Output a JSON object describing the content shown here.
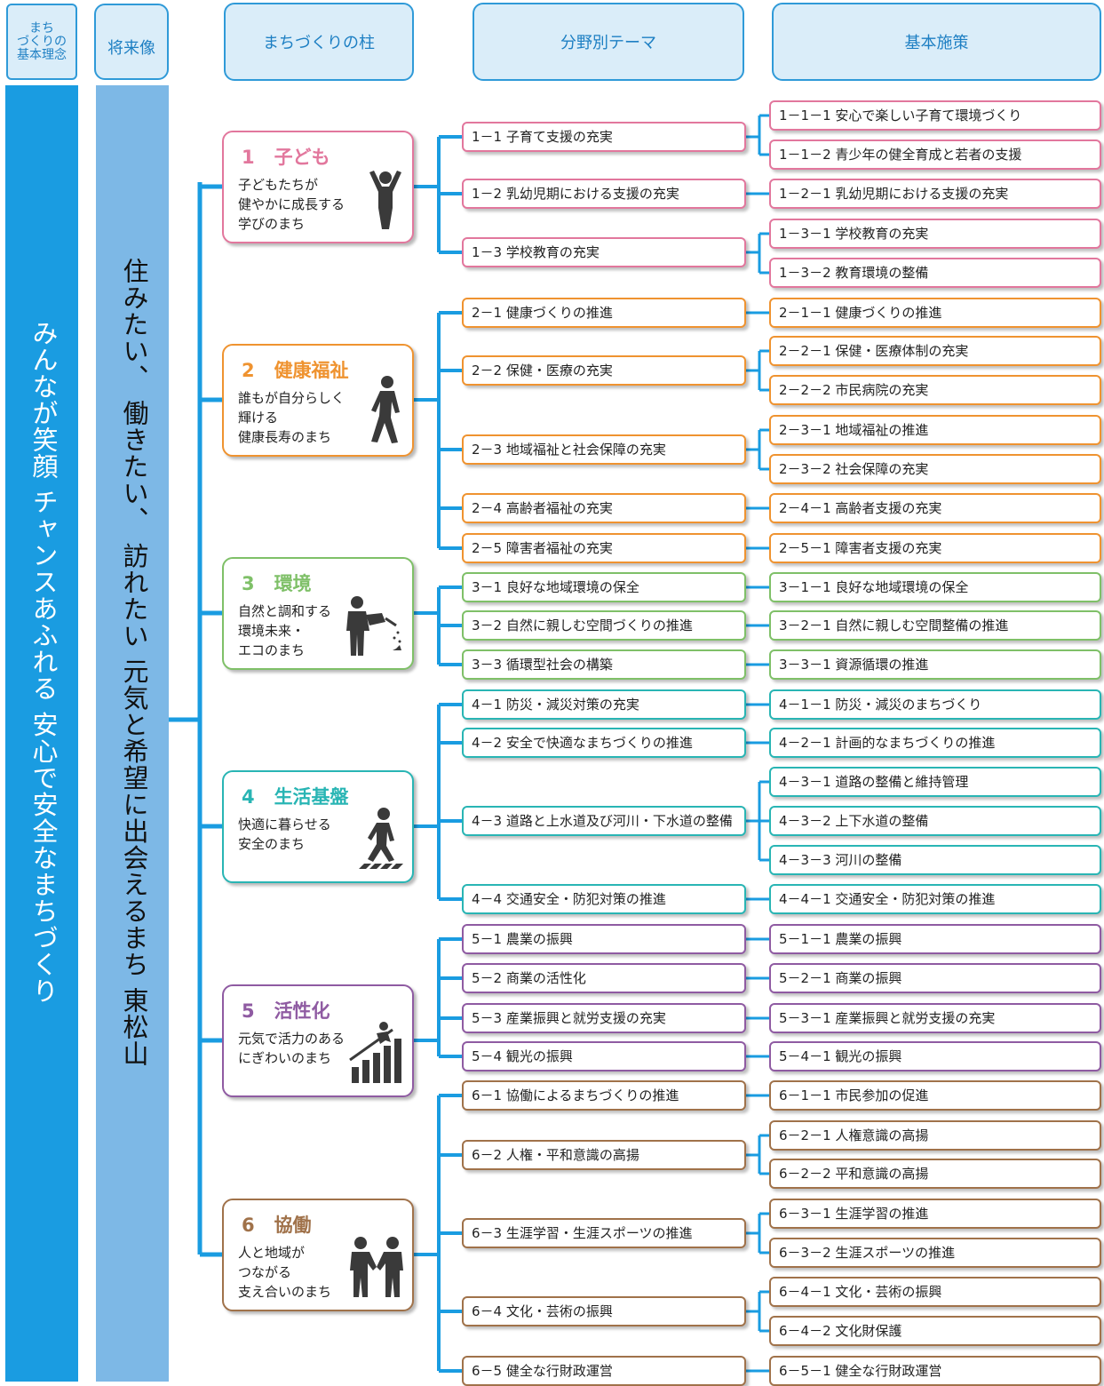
{
  "headers": {
    "philosophy": "まち\nづくりの\n基本理念",
    "vision": "将来像",
    "pillars": "まちづくりの柱",
    "themes": "分野別テーマ",
    "policies": "基本施策"
  },
  "philosophy_text": "みんなが笑顔 チャンスあふれる 安心で安全なまちづくり",
  "vision_text": "住みたい、 働きたい、 訪れたい 元気と希望に出会えるまち 東松山",
  "colors": {
    "accent_blue": "#1a9ce1",
    "vision_blue": "#7db8e6",
    "pillar1": "#e2779d",
    "pillar2": "#ef9330",
    "pillar3": "#7fc068",
    "pillar4": "#29b5b4",
    "pillar5": "#8f5ba2",
    "pillar6": "#a0724a"
  },
  "pillars": [
    {
      "no": "1",
      "title": "子ども",
      "desc": [
        "子どもたちが",
        "健やかに成長する",
        "学びのまち"
      ],
      "icon": "child-icon",
      "themes": [
        {
          "label": "1－1 子育て支援の充実",
          "policies": [
            "1－1－1 安心で楽しい子育て環境づくり",
            "1－1－2 青少年の健全育成と若者の支援"
          ]
        },
        {
          "label": "1－2 乳幼児期における支援の充実",
          "policies": [
            "1－2－1 乳幼児期における支援の充実"
          ]
        },
        {
          "label": "1－3 学校教育の充実",
          "policies": [
            "1－3－1 学校教育の充実",
            "1－3－2 教育環境の整備"
          ]
        }
      ]
    },
    {
      "no": "2",
      "title": "健康福祉",
      "desc": [
        "誰もが自分らしく",
        "輝ける",
        "健康長寿のまち"
      ],
      "icon": "walking-person-icon",
      "themes": [
        {
          "label": "2－1 健康づくりの推進",
          "policies": [
            "2－1－1 健康づくりの推進"
          ]
        },
        {
          "label": "2－2 保健・医療の充実",
          "policies": [
            "2－2－1 保健・医療体制の充実",
            "2－2－2 市民病院の充実"
          ]
        },
        {
          "label": "2－3 地域福祉と社会保障の充実",
          "policies": [
            "2－3－1 地域福祉の推進",
            "2－3－2 社会保障の充実"
          ]
        },
        {
          "label": "2－4 高齢者福祉の充実",
          "policies": [
            "2－4－1 高齢者支援の充実"
          ]
        },
        {
          "label": "2－5 障害者福祉の充実",
          "policies": [
            "2－5－1 障害者支援の充実"
          ]
        }
      ]
    },
    {
      "no": "3",
      "title": "環境",
      "desc": [
        "自然と調和する",
        "環境未来・",
        "エコのまち"
      ],
      "icon": "watering-can-icon",
      "themes": [
        {
          "label": "3－1 良好な地域環境の保全",
          "policies": [
            "3－1－1 良好な地域環境の保全"
          ]
        },
        {
          "label": "3－2 自然に親しむ空間づくりの推進",
          "policies": [
            "3－2－1 自然に親しむ空間整備の推進"
          ]
        },
        {
          "label": "3－3 循環型社会の構築",
          "policies": [
            "3－3－1 資源循環の推進"
          ]
        }
      ]
    },
    {
      "no": "4",
      "title": "生活基盤",
      "desc": [
        "快適に暮らせる",
        "安全のまち"
      ],
      "icon": "crosswalk-icon",
      "themes": [
        {
          "label": "4－1 防災・減災対策の充実",
          "policies": [
            "4－1－1 防災・減災のまちづくり"
          ]
        },
        {
          "label": "4－2 安全で快適なまちづくりの推進",
          "policies": [
            "4－2－1 計画的なまちづくりの推進"
          ]
        },
        {
          "label": "4－3 道路と上水道及び河川・下水道の整備",
          "policies": [
            "4－3－1 道路の整備と維持管理",
            "4－3－2 上下水道の整備",
            "4－3－3 河川の整備"
          ]
        },
        {
          "label": "4－4 交通安全・防犯対策の推進",
          "policies": [
            "4－4－1 交通安全・防犯対策の推進"
          ]
        }
      ]
    },
    {
      "no": "5",
      "title": "活性化",
      "desc": [
        "元気で活力のある",
        "にぎわいのまち"
      ],
      "icon": "growth-chart-icon",
      "themes": [
        {
          "label": "5－1 農業の振興",
          "policies": [
            "5－1－1 農業の振興"
          ]
        },
        {
          "label": "5－2 商業の活性化",
          "policies": [
            "5－2－1 商業の振興"
          ]
        },
        {
          "label": "5－3 産業振興と就労支援の充実",
          "policies": [
            "5－3－1 産業振興と就労支援の充実"
          ]
        },
        {
          "label": "5－4 観光の振興",
          "policies": [
            "5－4－1 観光の振興"
          ]
        }
      ]
    },
    {
      "no": "6",
      "title": "協働",
      "desc": [
        "人と地域が",
        "つながる",
        "支え合いのまち"
      ],
      "icon": "handshake-icon",
      "themes": [
        {
          "label": "6－1 協働によるまちづくりの推進",
          "policies": [
            "6－1－1 市民参加の促進"
          ]
        },
        {
          "label": "6－2 人権・平和意識の高揚",
          "policies": [
            "6－2－1 人権意識の高揚",
            "6－2－2 平和意識の高揚"
          ]
        },
        {
          "label": "6－3 生涯学習・生涯スポーツの推進",
          "policies": [
            "6－3－1 生涯学習の推進",
            "6－3－2 生涯スポーツの推進"
          ]
        },
        {
          "label": "6－4 文化・芸術の振興",
          "policies": [
            "6－4－1 文化・芸術の振興",
            "6－4－2 文化財保護"
          ]
        },
        {
          "label": "6－5 健全な行財政運営",
          "policies": [
            "6－5－1 健全な行財政運営"
          ]
        }
      ]
    }
  ]
}
